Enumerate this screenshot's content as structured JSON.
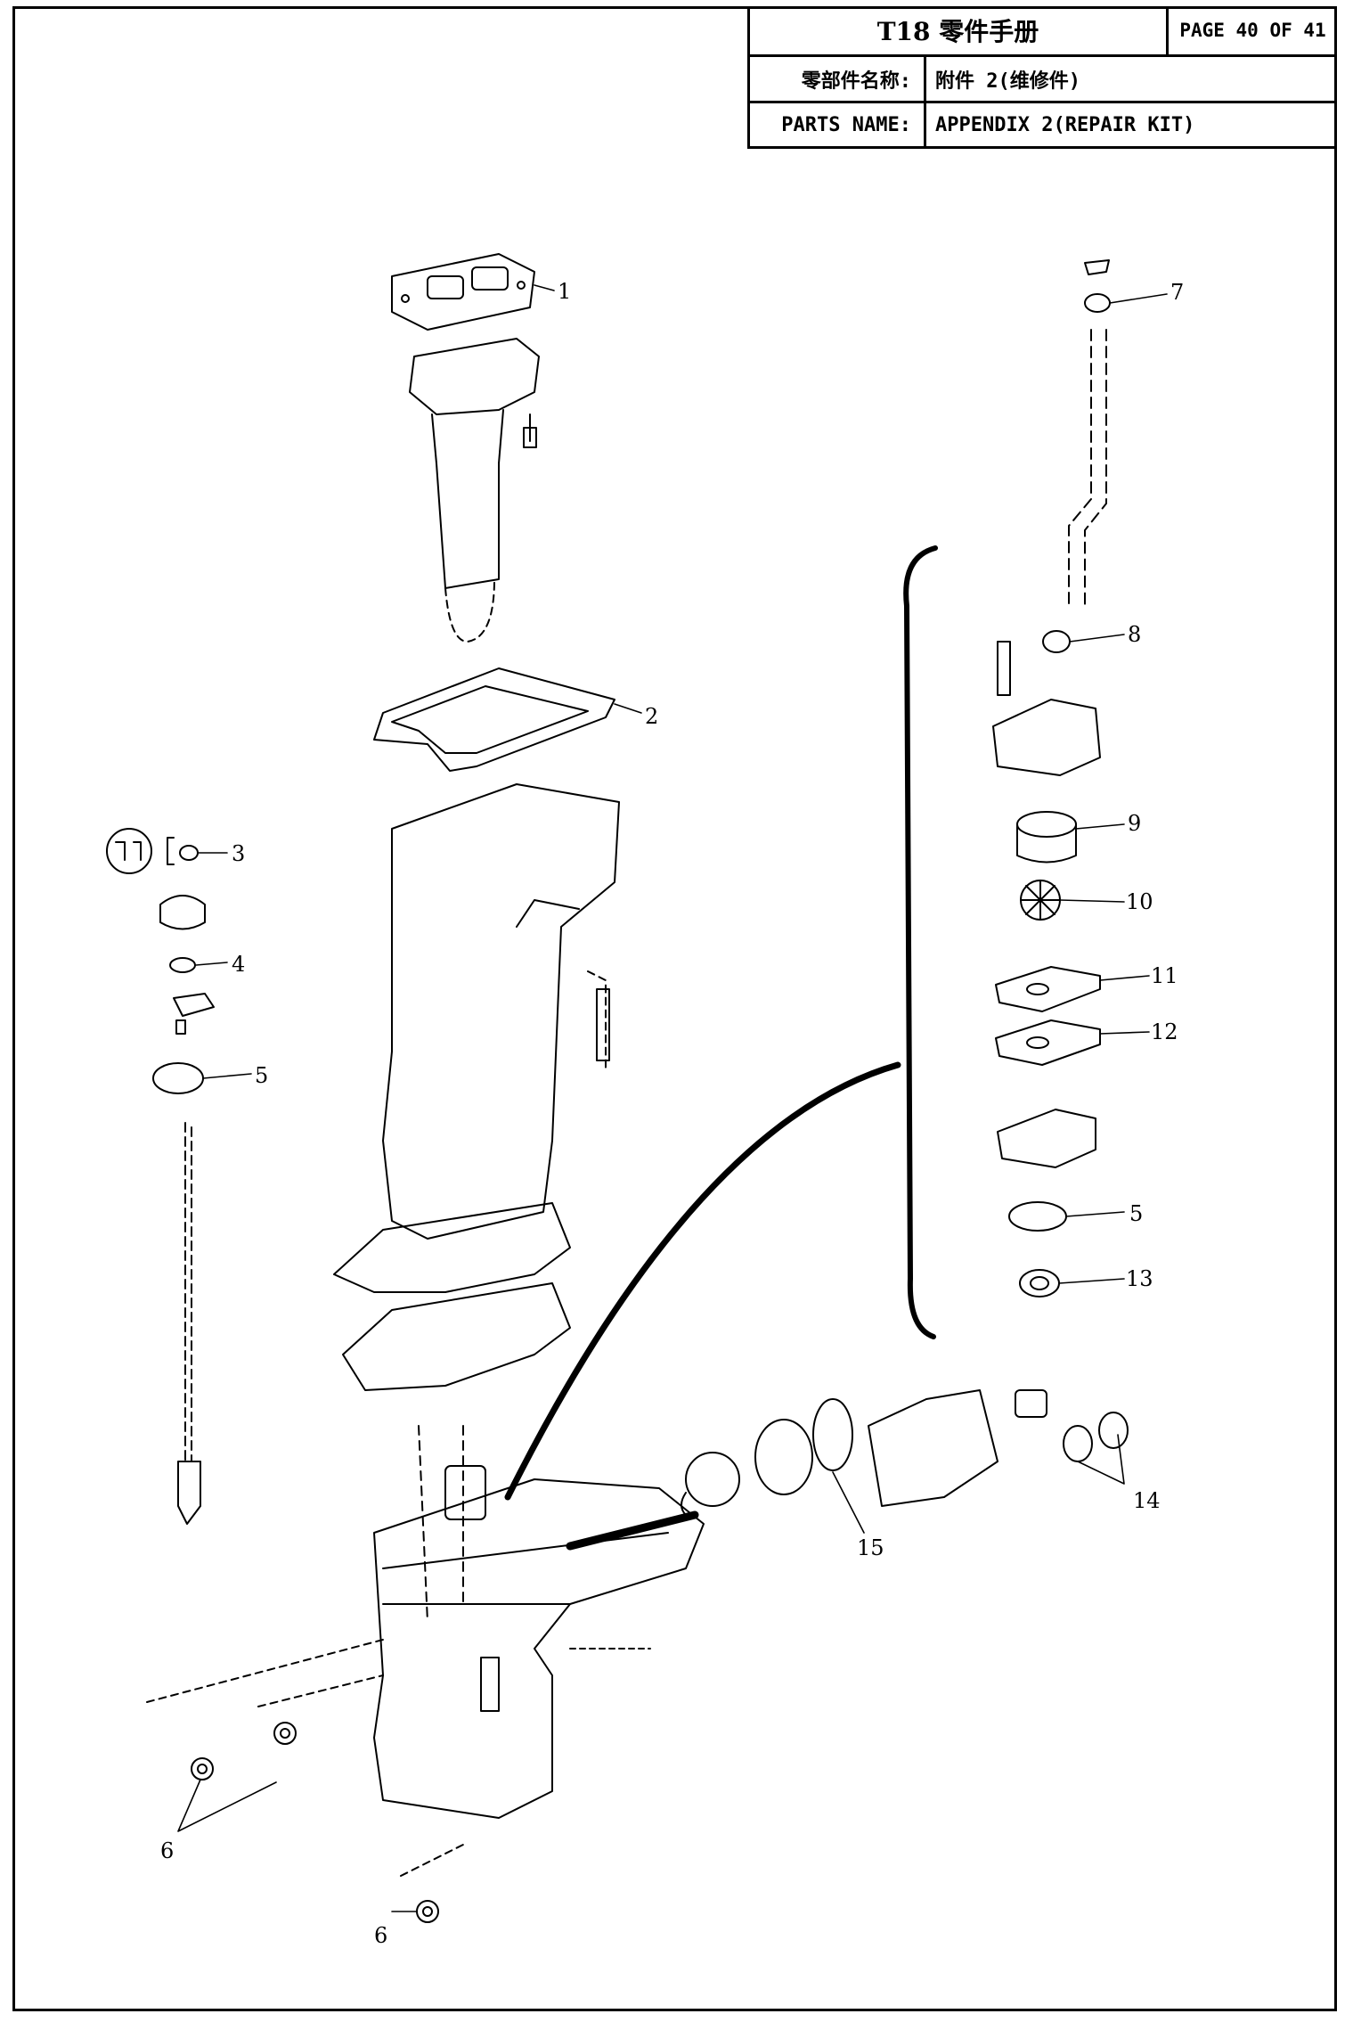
{
  "header": {
    "manual_title": "T18 零件手册",
    "page_label": "PAGE 40 OF 41",
    "name_label_cn": "零部件名称:",
    "name_value_cn": "附件 2(维修件)",
    "name_label_en": "PARTS NAME:",
    "name_value_en": "APPENDIX 2(REPAIR KIT)"
  },
  "callouts": {
    "c1": "1",
    "c2": "2",
    "c3": "3",
    "c4": "4",
    "c5a": "5",
    "c5b": "5",
    "c6a": "6",
    "c6b": "6",
    "c7": "7",
    "c8": "8",
    "c9": "9",
    "c10": "10",
    "c11": "11",
    "c12": "12",
    "c13": "13",
    "c14": "14",
    "c15": "15"
  },
  "colors": {
    "ink": "#000000",
    "paper": "#ffffff"
  }
}
